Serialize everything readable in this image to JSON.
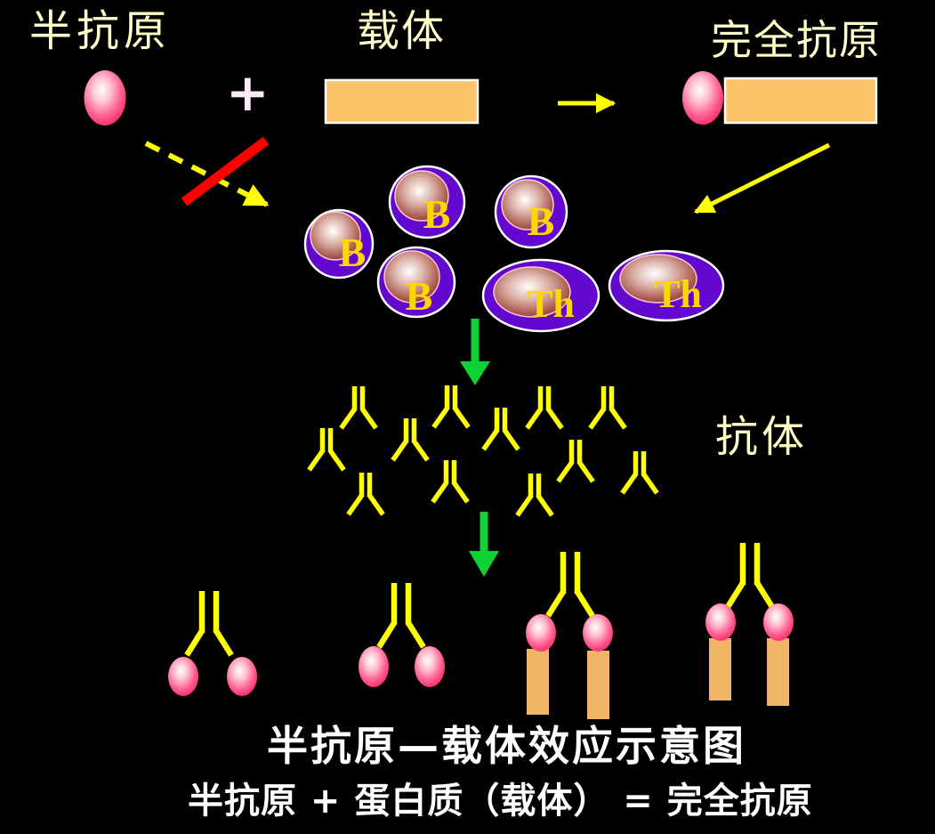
{
  "slide": {
    "background": "#000000"
  },
  "labels": {
    "hapten": "半抗原",
    "plus": "+",
    "carrier": "载体",
    "complete_antigen": "完全抗原",
    "antibody": "抗体",
    "b_cell": "B",
    "th_cell": "Th",
    "title": "半抗原—载体效应示意图",
    "formula": "半抗原 + 蛋白质（载体） = 完全抗原"
  },
  "colors": {
    "background": "#000000",
    "heading_yellow": "#ffffc8",
    "plus_pink_white": "#fdeaf6",
    "arrow_yellow": "#ffff00",
    "green_arrow": "#0fd133",
    "block_red": "#ff0000",
    "cell_purple": "#6309cf",
    "cell_outline_white": "#ffffff",
    "cell_label_gold": "#ffd700",
    "carrier_orange": "#fbc46a",
    "carrier_column_orange": "#f0b566",
    "hapten_pink_edge": "#ee1157",
    "footer_white": "#ffffff"
  },
  "counts": {
    "b_cells": 4,
    "th_cells": 2,
    "free_antibodies": 12,
    "bound_complexes": 4
  },
  "icons": {
    "hapten": "pink gradient ellipse",
    "carrier": "orange rectangle, white border",
    "complete_antigen": "pink ellipse fused to orange rectangle",
    "blocked_path": "yellow dashed arrow crossed by red slash",
    "arrow": "solid yellow arrow",
    "down_arrow": "green block arrow",
    "b_lymphocyte": "purple circle with brown gradient nucleus",
    "th_lymphocyte": "purple ellipse with brown gradient nucleus",
    "antibody": "yellow inverted-Y with double stem"
  }
}
